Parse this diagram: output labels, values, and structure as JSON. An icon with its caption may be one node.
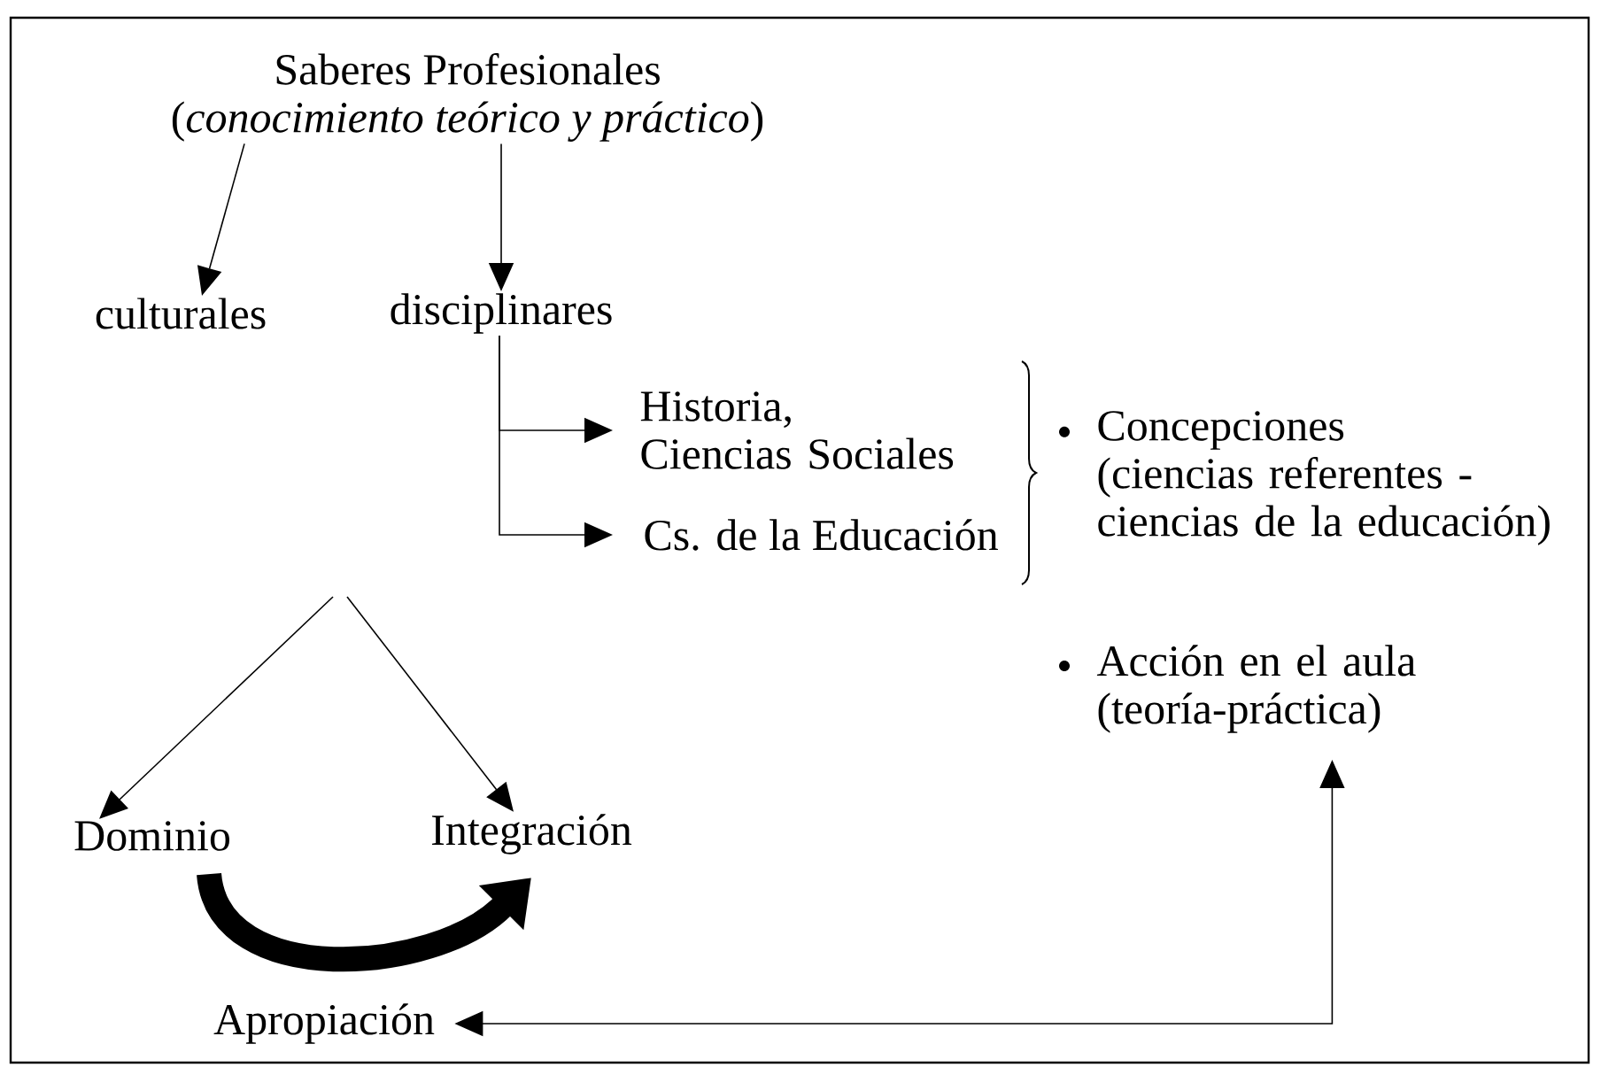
{
  "diagram": {
    "nodes": [
      {
        "text": [
          "Saberes Profesionales",
          "(*conocimiento teórico y práctico*)"
        ]
      },
      {
        "text": [
          "culturales"
        ]
      },
      {
        "text": [
          "disciplinares"
        ]
      },
      {
        "text": [
          "Historia, Ciencias Sociales"
        ]
      },
      {
        "text": [
          "Cs. de la Educación"
        ]
      },
      {
        "text": [
          "Concepciones",
          "(ciencias referentes - ciencias de la educación)"
        ]
      },
      {
        "text": [
          "Acción en el aula",
          "(teoría-práctica)"
        ]
      },
      {
        "text": [
          "Dominio"
        ]
      },
      {
        "text": [
          "Integración"
        ]
      },
      {
        "text": [
          "Apropiación"
        ]
      }
    ],
    "edges": [
      {
        "from": 0,
        "to": 1,
        "arrow": "to"
      },
      {
        "from": 0,
        "to": 2,
        "arrow": "to"
      },
      {
        "from": 2,
        "to": 3,
        "arrow": "to"
      },
      {
        "from": 2,
        "to": 4,
        "arrow": "to"
      },
      {
        "from": null,
        "to": 7,
        "arrow": "to"
      },
      {
        "from": null,
        "to": 8,
        "arrow": "to"
      },
      {
        "from": 7,
        "to": 8,
        "arrow": "to",
        "style": "thick"
      },
      {
        "from": 9,
        "to": 6,
        "arrow": "both"
      }
    ]
  }
}
